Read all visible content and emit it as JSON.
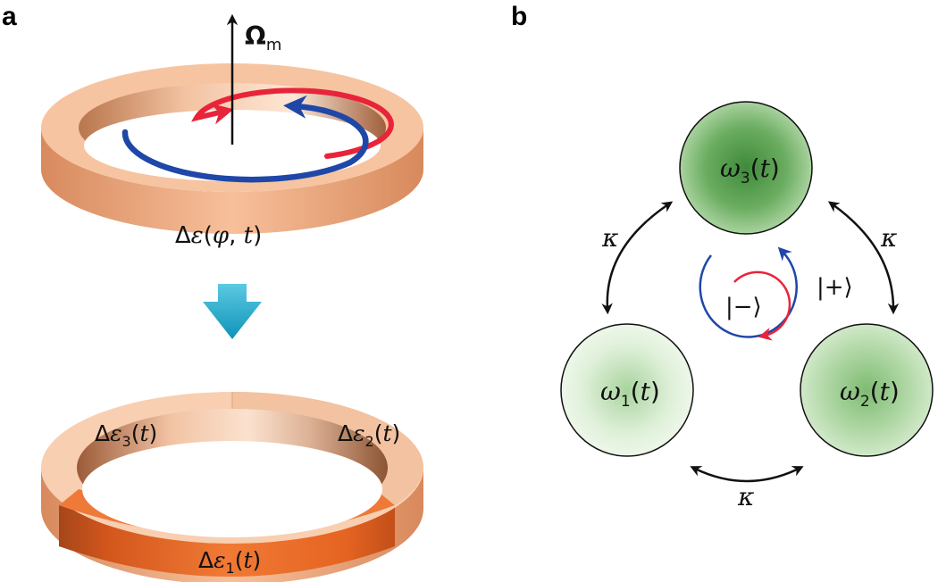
{
  "panel_a": {
    "label": "a",
    "omega_symbol": "Ω",
    "omega_sub": "m",
    "ring_top_prefix": "Δ",
    "ring_top_eps": "ε",
    "ring_top_args_open": "(",
    "ring_top_phi": "φ",
    "ring_top_comma": ", ",
    "ring_top_t": "t",
    "ring_top_close": ")",
    "seg1_sub": "1",
    "seg2_sub": "2",
    "seg3_sub": "3",
    "seg_delta": "Δ",
    "seg_eps": "ε",
    "seg_t": "t",
    "paren_open": "(",
    "paren_close": ")",
    "colors": {
      "ring_light": "#f7c6a3",
      "ring_mid": "#e8996a",
      "ring_dark_seg": "#e8621f",
      "arrow_red": "#e8243a",
      "arrow_blue": "#1f47a8",
      "down_arrow": "#1aa7c9"
    }
  },
  "panel_b": {
    "label": "b",
    "omega_letter": "ω",
    "omega1_sub": "1",
    "omega2_sub": "2",
    "omega3_sub": "3",
    "t": "t",
    "paren_open": "(",
    "paren_close": ")",
    "kappa": "κ",
    "state_minus": "|−⟩",
    "state_plus": "|+⟩",
    "colors": {
      "circle_light": "#eaf5e6",
      "circle_mid": "#a9d39c",
      "circle_dark": "#5f9f56",
      "arrow_red": "#e8243a",
      "arrow_blue": "#1f47a8"
    }
  }
}
